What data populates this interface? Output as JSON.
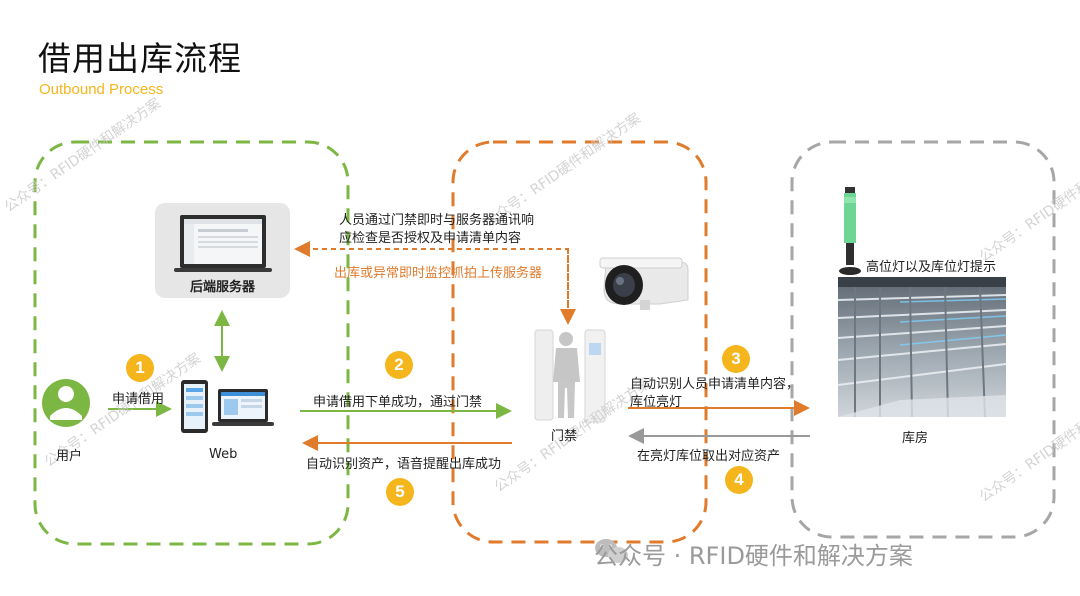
{
  "header": {
    "title": "借用出库流程",
    "subtitle": "Outbound Process"
  },
  "labels": {
    "server": "后端服务器",
    "user": "用户",
    "web": "Web",
    "gate": "门禁",
    "warehouse": "库房",
    "apply": "申请借用",
    "order_success": "申请借用下单成功，通过门禁",
    "auto_identify_assets": "自动识别资产，语音提醒出库成功",
    "gate_notify_line1": "人员通过门禁即时与服务器通讯响",
    "gate_notify_line2": "应检查是否授权及申请清单内容",
    "monitor_upload": "出库或异常即时监控抓拍上传服务器",
    "auto_identify_list_line1": "自动识别人员申请清单内容，",
    "auto_identify_list_line2": "库位亮灯",
    "take_assets": "在亮灯库位取出对应资产",
    "light_hint": "高位灯以及库位灯提示"
  },
  "steps": [
    "1",
    "2",
    "3",
    "4",
    "5"
  ],
  "watermark": "公众号：RFID硬件和解决方案",
  "footer": {
    "text": "公众号 · RFID硬件和解决方案"
  },
  "colors": {
    "green": "#7db743",
    "orange": "#e07b2c",
    "gray": "#a6a6a6",
    "yellow": "#f5b51c"
  },
  "icons": [
    "user-icon",
    "web-devices-icon",
    "server-laptop-icon",
    "camera-icon",
    "gate-icon",
    "tower-light-icon",
    "warehouse-photo",
    "wechat-icon"
  ]
}
